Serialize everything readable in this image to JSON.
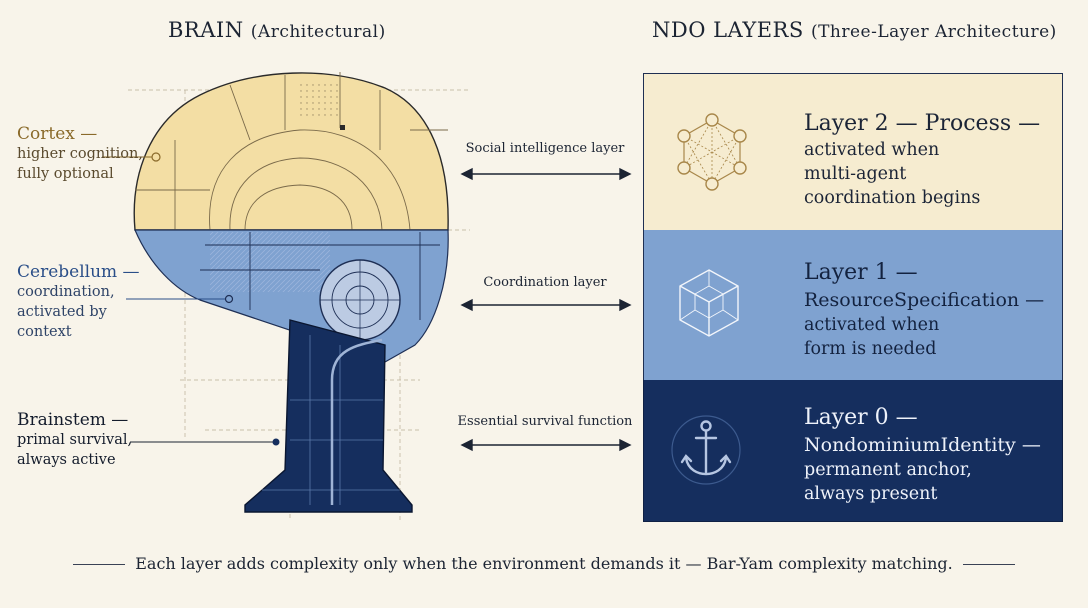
{
  "brain": {
    "title": "BRAIN",
    "subtitle": "(Architectural)",
    "cortex": {
      "name": "Cortex —",
      "desc1": "higher cognition,",
      "desc2": "fully optional"
    },
    "cerebellum": {
      "name": "Cerebellum —",
      "desc1": "coordination,",
      "desc2": "activated by",
      "desc3": "context"
    },
    "brainstem": {
      "name": "Brainstem —",
      "desc1": "primal survival,",
      "desc2": "always active"
    }
  },
  "connectors": {
    "social": "Social intelligence layer",
    "coordination": "Coordination layer",
    "essential": "Essential survival function"
  },
  "ndo": {
    "title": "NDO LAYERS",
    "subtitle": "(Three-Layer Architecture)",
    "layer2": {
      "name": "Layer 2 — Process —",
      "desc1": "activated when",
      "desc2": "multi-agent",
      "desc3": "coordination begins",
      "icon": "network-graph-icon"
    },
    "layer1": {
      "name": "Layer 1 —",
      "name2": "ResourceSpecification —",
      "desc1": "activated when",
      "desc2": "form is needed",
      "icon": "cube-icon"
    },
    "layer0": {
      "name": "Layer 0 —",
      "name2": "NondominiumIdentity —",
      "desc1": "permanent anchor,",
      "desc2": "always present",
      "icon": "anchor-icon"
    }
  },
  "footer": "Each layer adds complexity only when the environment demands it — Bar-Yam complexity matching.",
  "colors": {
    "background": "#f8f4ea",
    "cortex": "#f3dea4",
    "cerebellum": "#7fa2d0",
    "brainstem": "#152e5e"
  }
}
